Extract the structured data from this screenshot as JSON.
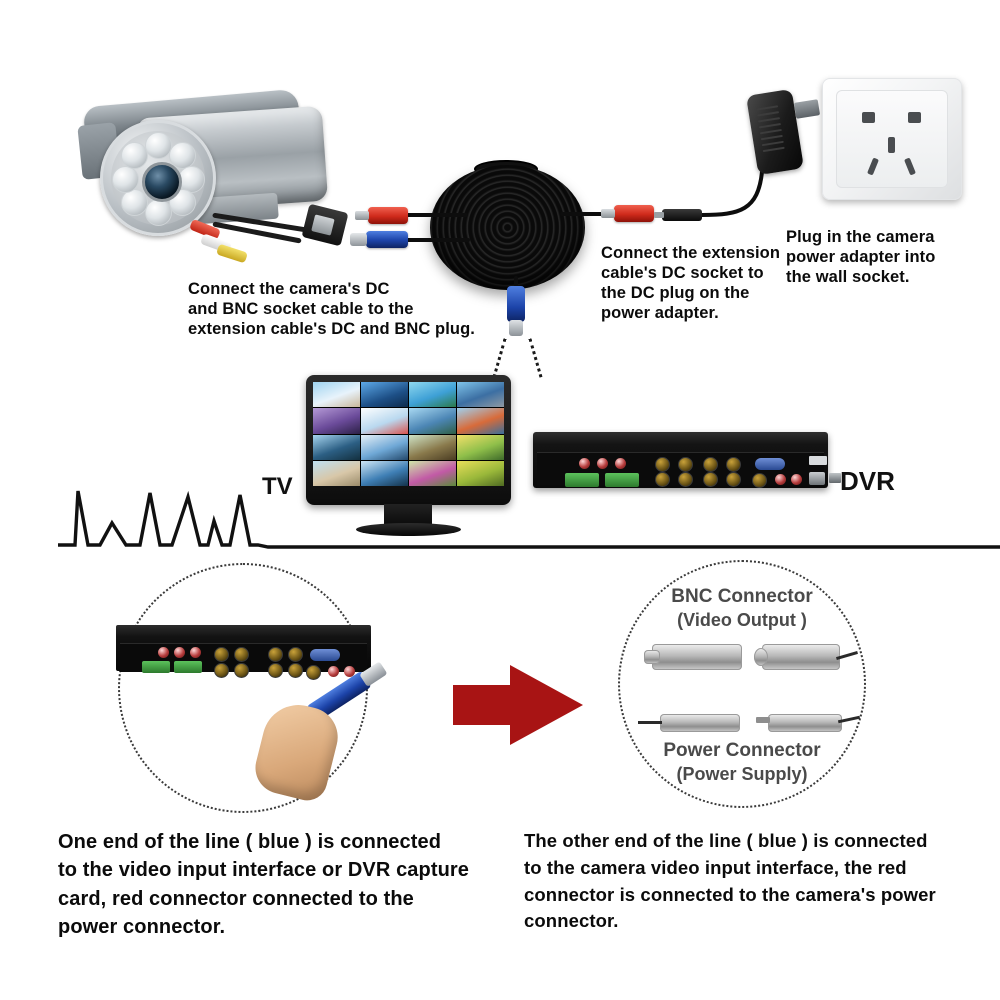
{
  "page": {
    "title": "CCTV Camera Extension Cable Connection Guide",
    "background": "#ffffff"
  },
  "colors": {
    "arrow_red": "#A81414",
    "connector_red": "#CF2A1B",
    "connector_blue": "#1C43A8",
    "text": "#0B0B0B",
    "gray_label": "#4A4A4A",
    "dotted_outline": "#3A3A3A"
  },
  "top_diagram": {
    "callouts": [
      {
        "id": "camera-callout",
        "lines": [
          "Connect the camera's DC",
          "and BNC socket cable to the",
          "extension cable's DC and BNC plug."
        ]
      },
      {
        "id": "extension-callout",
        "lines": [
          "Connect the extension",
          "cable's DC socket to",
          "the DC plug on the",
          "power adapter."
        ]
      },
      {
        "id": "adapter-callout",
        "lines": [
          "Plug in the camera",
          "power adapter into",
          "the wall socket."
        ]
      }
    ],
    "device_labels": {
      "tv": "TV",
      "dvr": "DVR"
    },
    "objects": {
      "camera": "bullet-cctv-camera",
      "cable": "coiled-bnc-dc-extension-cable",
      "adapter": "power-adapter",
      "socket": "wall-socket",
      "tv": "television-16-channel-view",
      "dvr": "dvr-rear-panel",
      "waveform": "zigzag-waveform-line"
    }
  },
  "bottom_section": {
    "left_circle": {
      "id": "hand-plugging-bnc-into-dvr",
      "alt": "Hand holding blue BNC connector in front of DVR rear panel"
    },
    "arrow": {
      "id": "red-right-arrow",
      "direction": "right",
      "color": "#A81414"
    },
    "right_circle": {
      "labels": {
        "bnc_title": "BNC Connector",
        "bnc_subtitle": "(Video Output )",
        "power_title": "Power Connector",
        "power_subtitle": "(Power Supply)"
      }
    },
    "captions": [
      {
        "id": "left-caption",
        "lines": [
          "One end of the line ( blue ) is connected",
          "to the video input interface or DVR capture",
          "card, red connector connected to the",
          "power connector."
        ]
      },
      {
        "id": "right-caption",
        "lines": [
          "The other end of the line ( blue ) is connected",
          "to the camera video input interface, the red",
          "connector is connected to the camera's power",
          "connector."
        ]
      }
    ]
  }
}
